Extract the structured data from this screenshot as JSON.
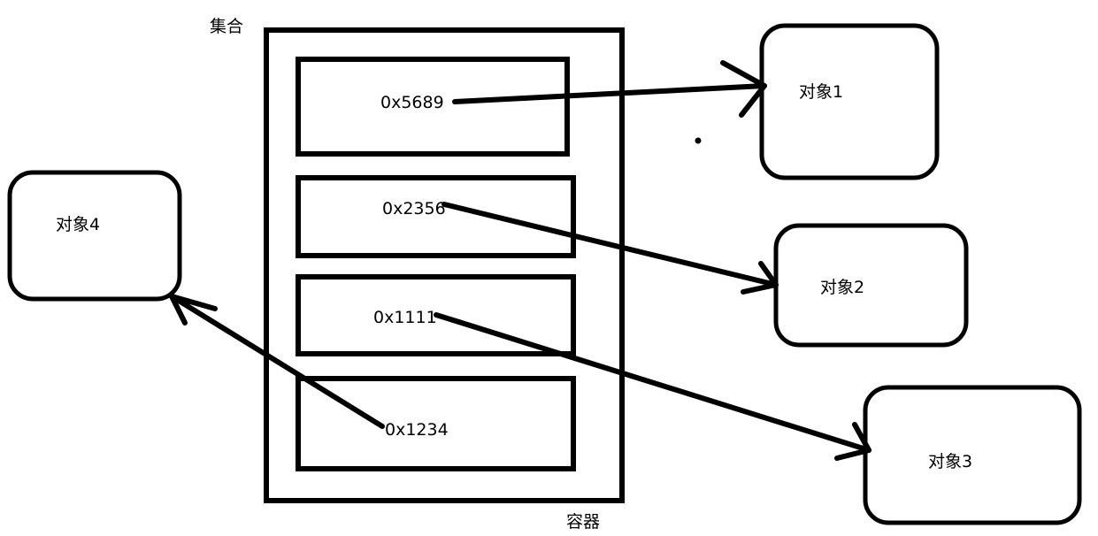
{
  "collection_label": "集合",
  "container_label": "容器",
  "slots": [
    {
      "address": "0x5689"
    },
    {
      "address": "0x2356"
    },
    {
      "address": "0x1111"
    },
    {
      "address": "0x1234"
    }
  ],
  "objects": [
    {
      "label": "对象1"
    },
    {
      "label": "对象2"
    },
    {
      "label": "对象3"
    },
    {
      "label": "对象4"
    }
  ],
  "colors": {
    "stroke": "#000000",
    "background": "#ffffff"
  }
}
